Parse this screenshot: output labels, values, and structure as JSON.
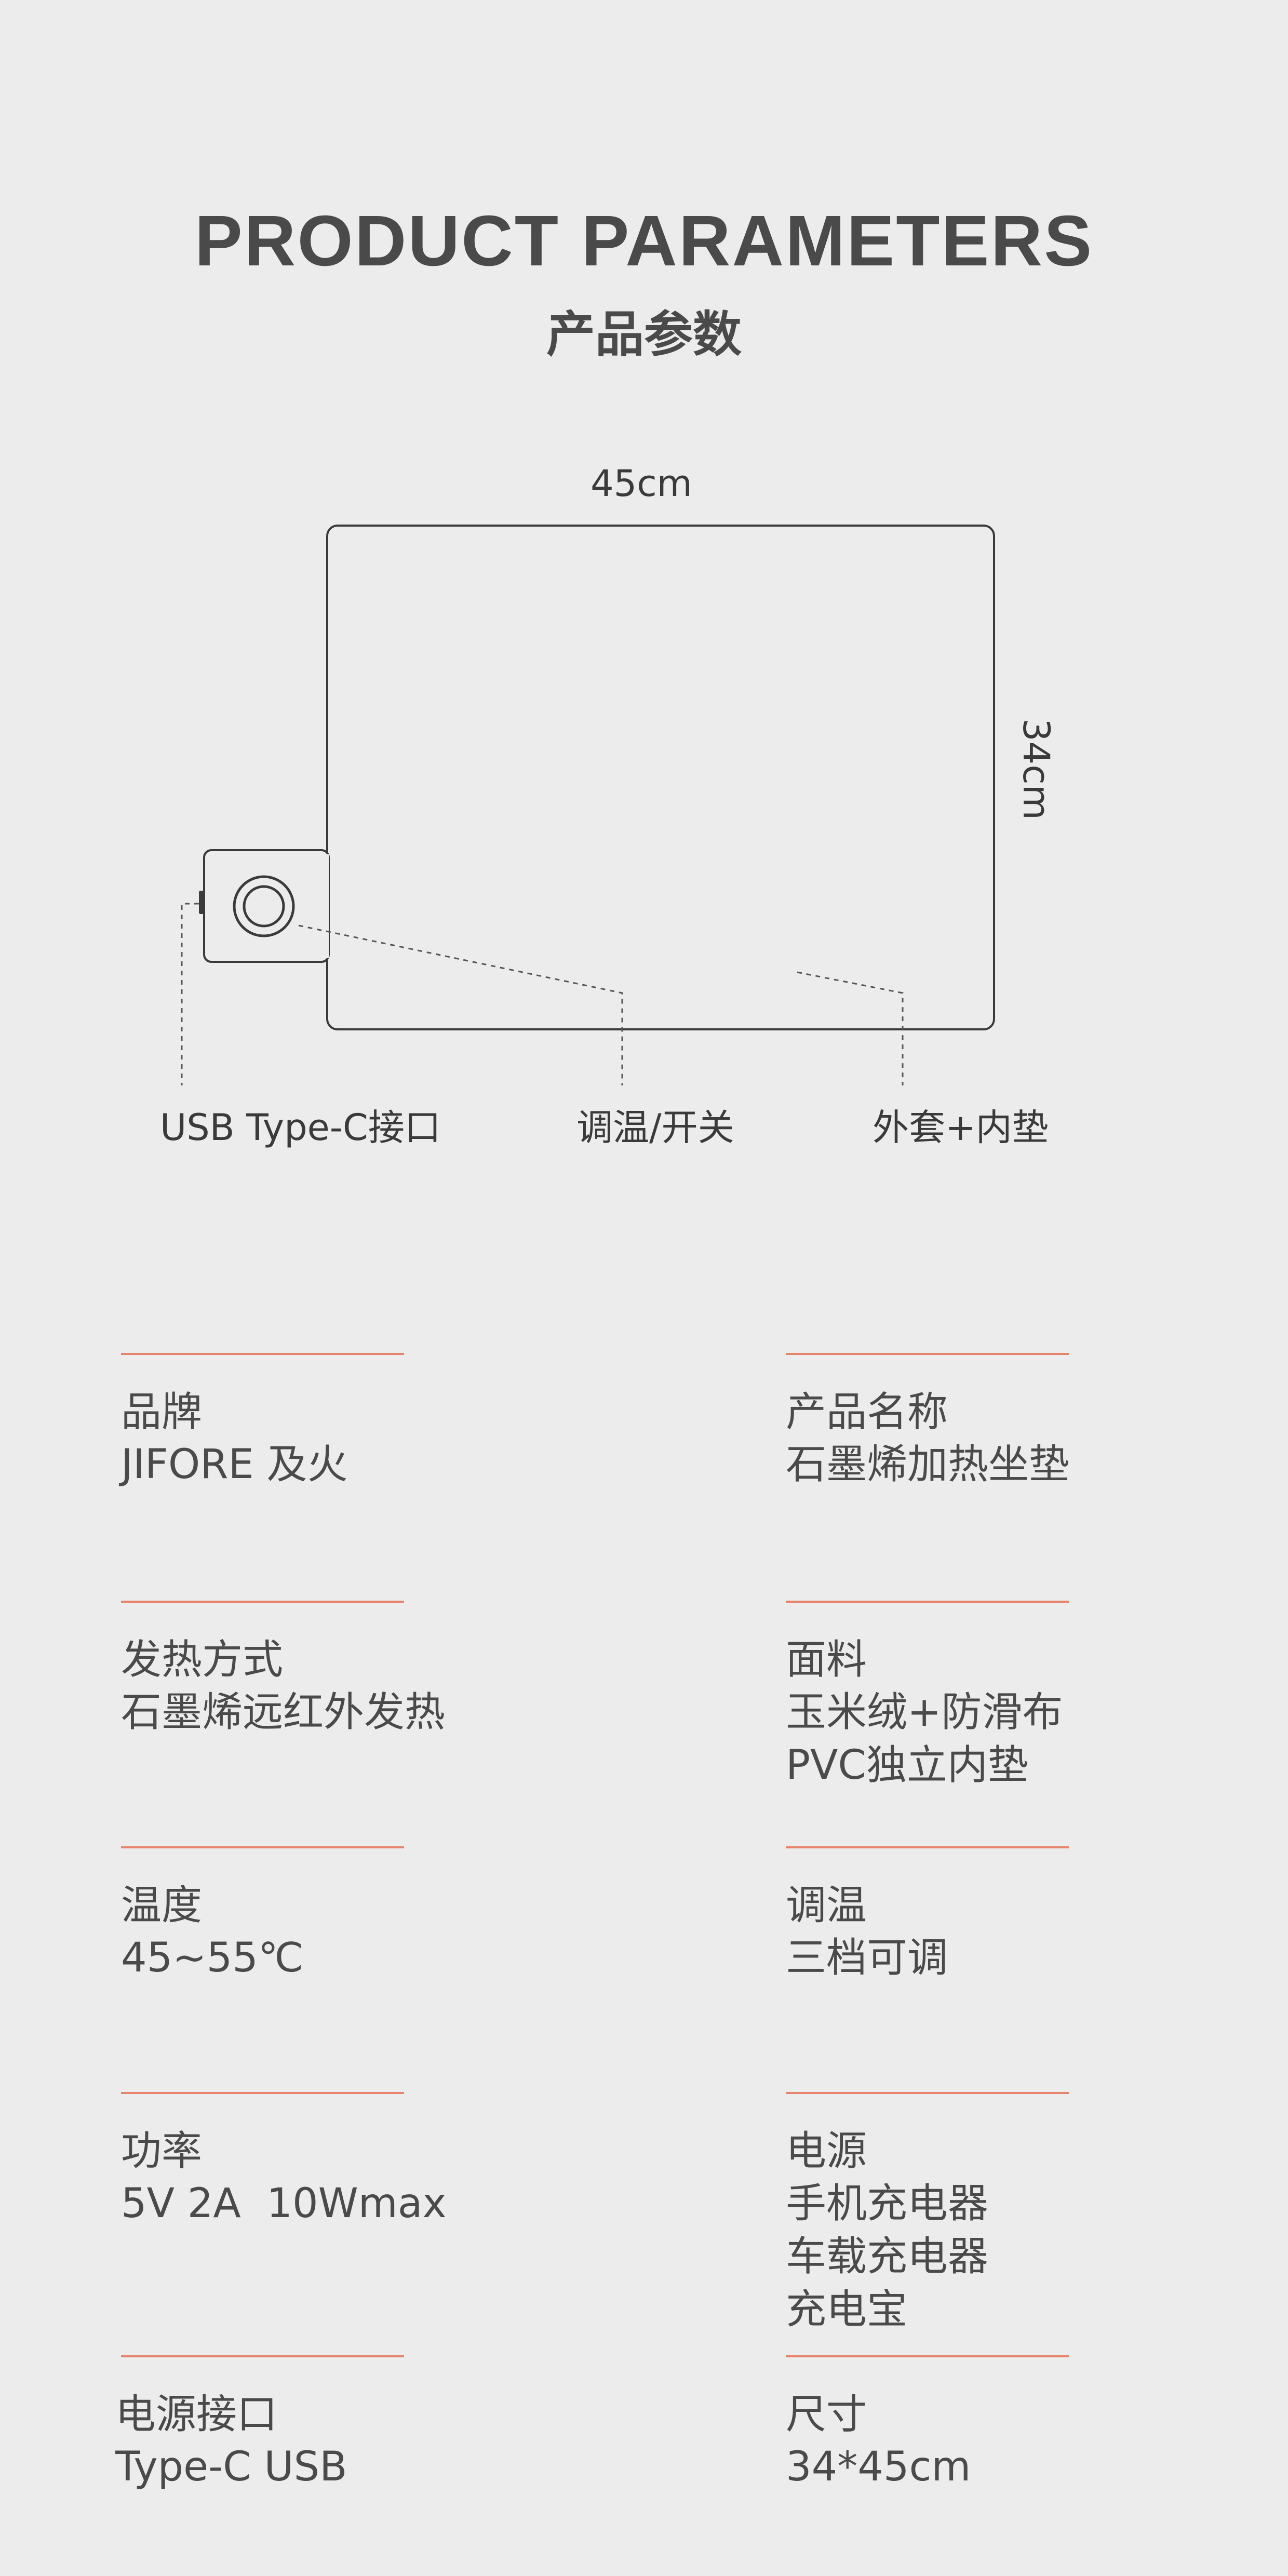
{
  "header": {
    "title": "PRODUCT PARAMETERS",
    "subtitle": "产品参数"
  },
  "diagram": {
    "width_label": "45cm",
    "height_label": "34cm",
    "callouts": {
      "usb": "USB Type-C接口",
      "switch": "调温/开关",
      "cover": "外套+内垫"
    },
    "line_color": "#3a3a3a"
  },
  "params": {
    "brand": {
      "label": "品牌",
      "values": [
        "JIFORE 及火"
      ]
    },
    "name": {
      "label": "产品名称",
      "values": [
        "石墨烯加热坐垫"
      ]
    },
    "heating": {
      "label": "发热方式",
      "values": [
        "石墨烯远红外发热"
      ]
    },
    "fabric": {
      "label": "面料",
      "values": [
        "玉米绒+防滑布",
        "PVC独立内垫"
      ]
    },
    "temperature": {
      "label": "温度",
      "values": [
        "45~55℃"
      ]
    },
    "adjust": {
      "label": "调温",
      "values": [
        "三档可调"
      ]
    },
    "power": {
      "label": "功率",
      "values": [
        "5V 2A  10Wmax"
      ]
    },
    "source": {
      "label": "电源",
      "values": [
        "手机充电器",
        "车载充电器",
        "充电宝"
      ]
    },
    "port": {
      "label": "电源接口",
      "values": [
        "Type-C USB"
      ]
    },
    "size": {
      "label": "尺寸",
      "values": [
        "34*45cm"
      ]
    }
  },
  "accent_color": "#e8836b"
}
